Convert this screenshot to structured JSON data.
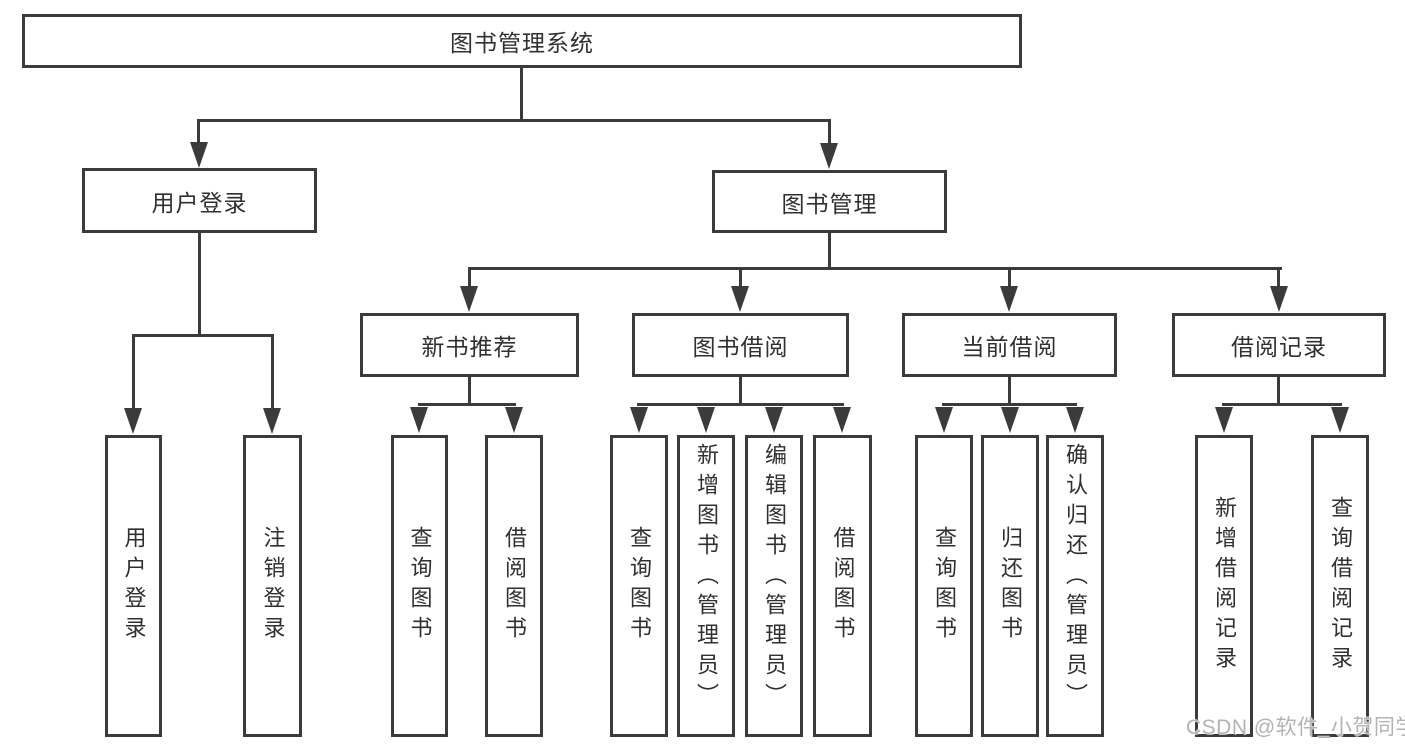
{
  "diagram": {
    "title": "图书管理系统",
    "branches": [
      {
        "label": "用户登录",
        "children": [
          "用户登录",
          "注销登录"
        ]
      },
      {
        "label": "图书管理",
        "children": [
          {
            "label": "新书推荐",
            "children": [
              "查询图书",
              "借阅图书"
            ]
          },
          {
            "label": "图书借阅",
            "children": [
              "查询图书",
              "新增图书（管理员）",
              "编辑图书（管理员）",
              "借阅图书"
            ]
          },
          {
            "label": "当前借阅",
            "children": [
              "查询图书",
              "归还图书",
              "确认归还（管理员）"
            ]
          },
          {
            "label": "借阅记录",
            "children": [
              "新增借阅记录",
              "查询借阅记录"
            ]
          }
        ]
      }
    ]
  },
  "watermark": {
    "text": "CSDN @软件_小贺同学"
  },
  "colors": {
    "line": "#3b3b3b",
    "text": "#303030",
    "watermark": "#b3b3b3",
    "background": "#ffffff"
  }
}
